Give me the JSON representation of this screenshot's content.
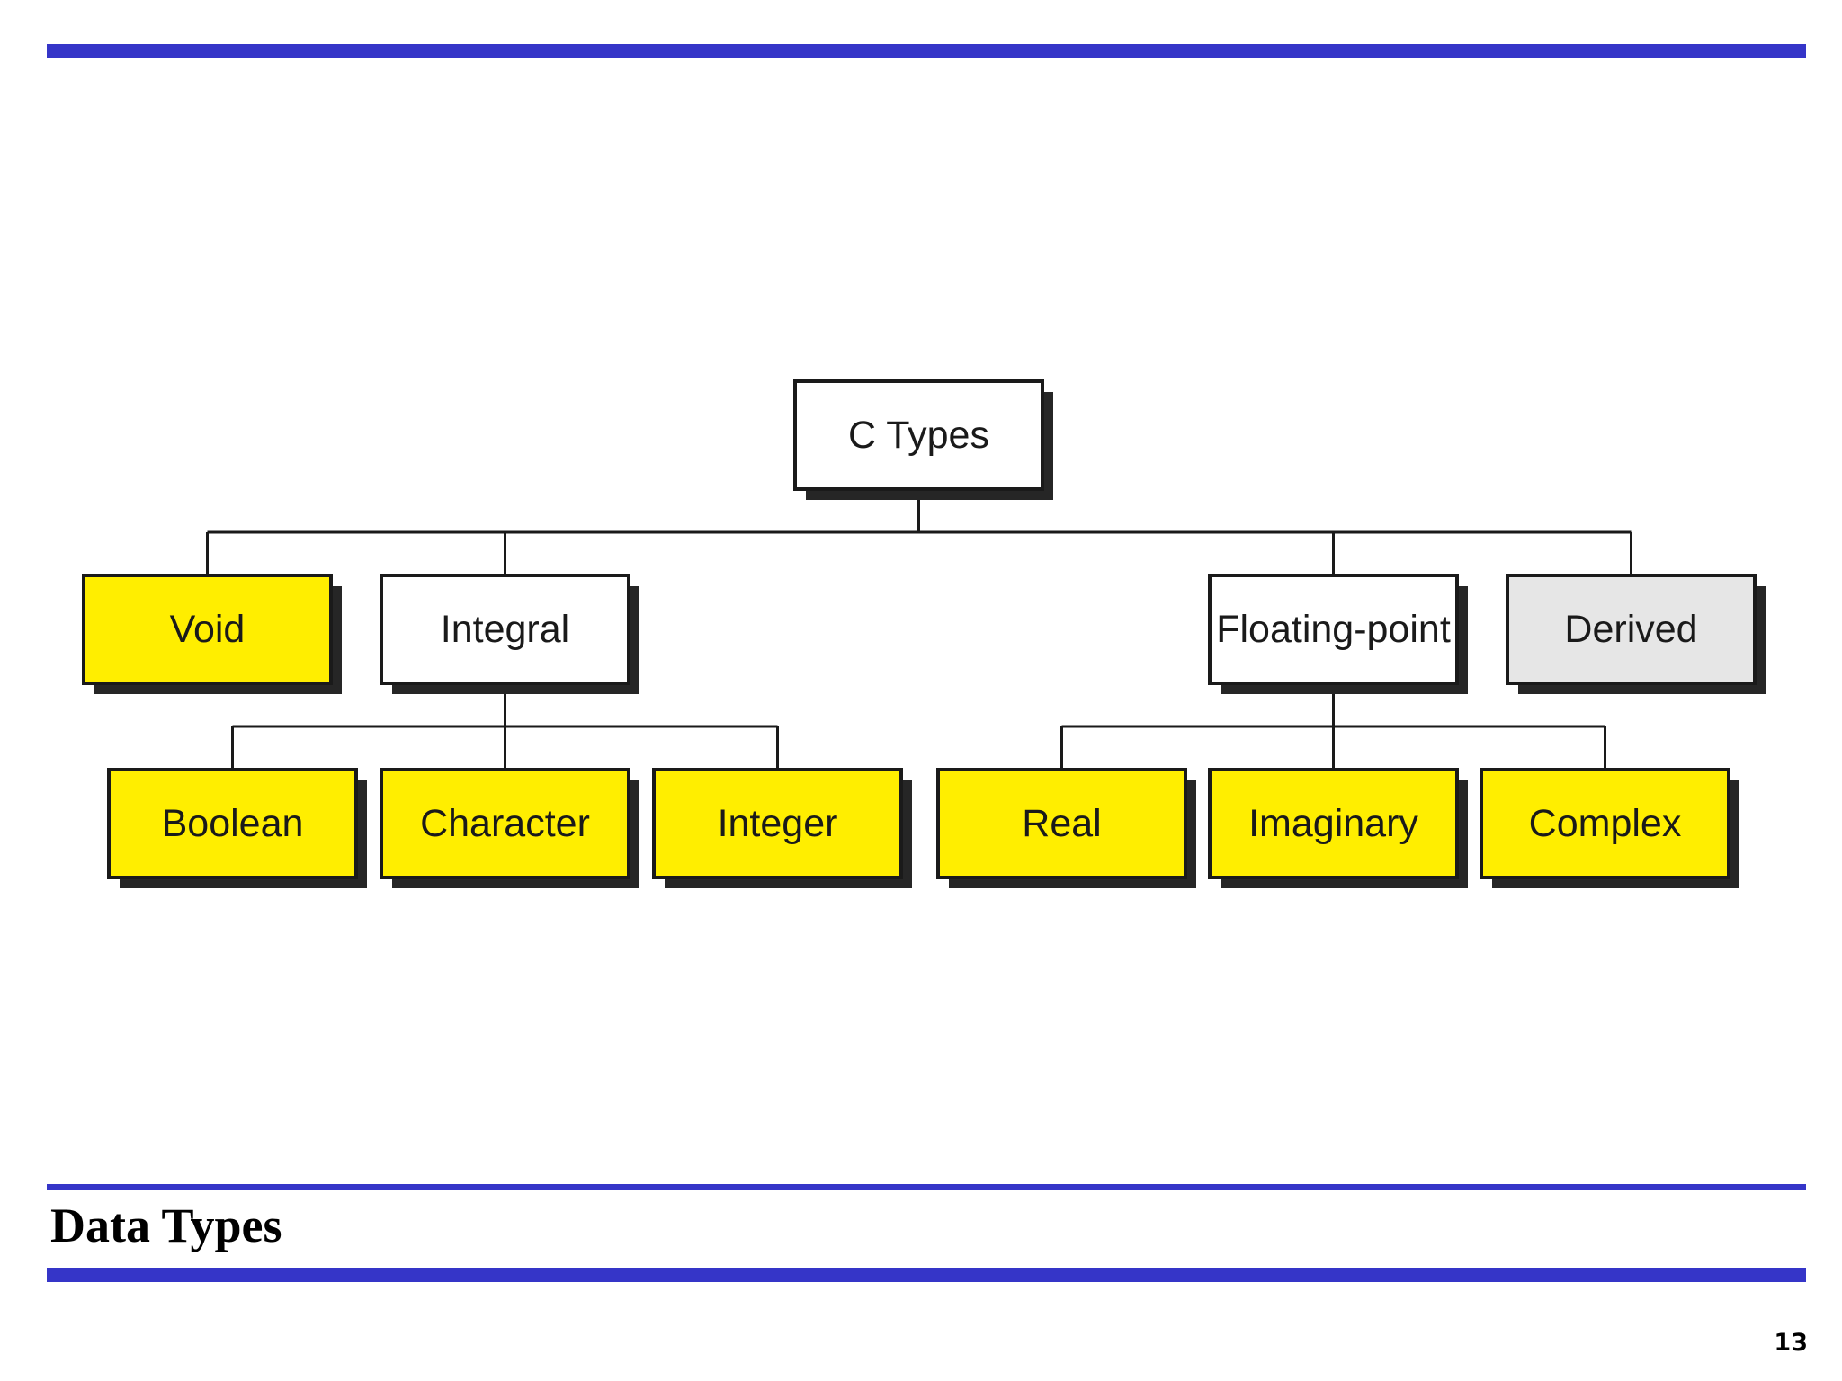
{
  "slide": {
    "title": "Data Types",
    "page_number": "13"
  },
  "colors": {
    "rule": "#3535c8",
    "highlight": "#ffee00",
    "category": "#ffffff",
    "derived": "#e6e6e6",
    "border": "#1a1a1a",
    "shadow": "#262626"
  },
  "diagram": {
    "nodes": [
      {
        "id": "c-types",
        "label": "C Types",
        "style": "category",
        "parent": null
      },
      {
        "id": "void",
        "label": "Void",
        "style": "highlight",
        "parent": "c-types"
      },
      {
        "id": "integral",
        "label": "Integral",
        "style": "category",
        "parent": "c-types"
      },
      {
        "id": "floating-point",
        "label": "Floating-point",
        "style": "category",
        "parent": "c-types"
      },
      {
        "id": "derived",
        "label": "Derived",
        "style": "derived",
        "parent": "c-types"
      },
      {
        "id": "boolean",
        "label": "Boolean",
        "style": "highlight",
        "parent": "integral"
      },
      {
        "id": "character",
        "label": "Character",
        "style": "highlight",
        "parent": "integral"
      },
      {
        "id": "integer",
        "label": "Integer",
        "style": "highlight",
        "parent": "integral"
      },
      {
        "id": "real",
        "label": "Real",
        "style": "highlight",
        "parent": "floating-point"
      },
      {
        "id": "imaginary",
        "label": "Imaginary",
        "style": "highlight",
        "parent": "floating-point"
      },
      {
        "id": "complex",
        "label": "Complex",
        "style": "highlight",
        "parent": "floating-point"
      }
    ]
  }
}
